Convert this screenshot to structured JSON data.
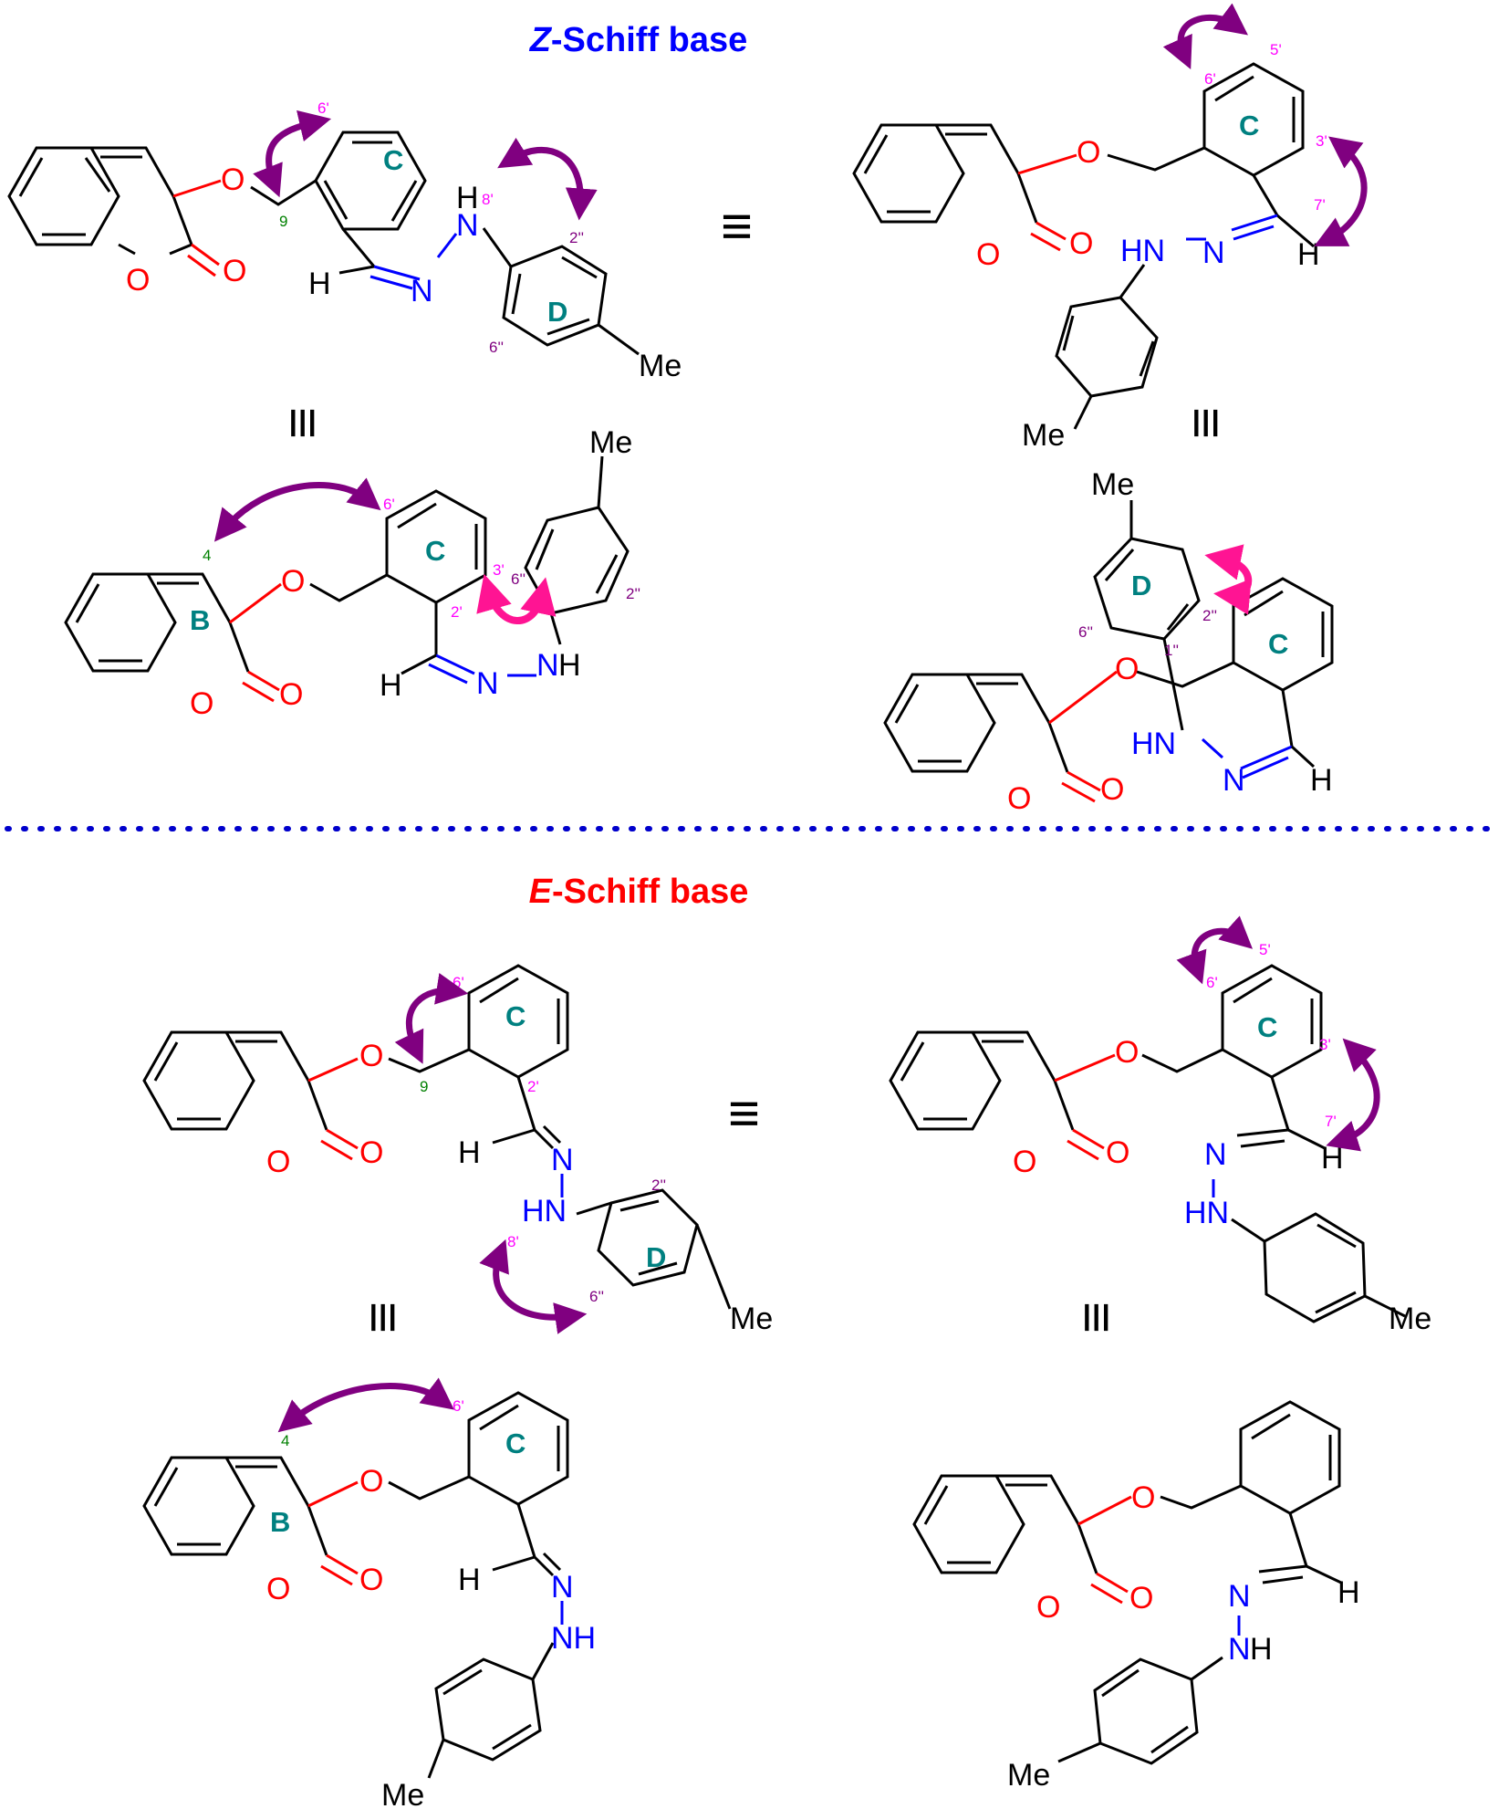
{
  "colors": {
    "bond": "#000000",
    "oxygen": "#ff0000",
    "nitrogen": "#0000ff",
    "ring_label": "#008080",
    "numbering": "#ff00ff",
    "numbering_alt": "#800080",
    "numbering_green": "#008000",
    "arrow": "#800080",
    "arrow_pink": "#ff1493",
    "z_title": "#0000ff",
    "e_title": "#ff0000",
    "divider": "#0000cc"
  },
  "titles": {
    "z": {
      "italic": "Z",
      "rest": "-Schiff base"
    },
    "e": {
      "italic": "E",
      "rest": "-Schiff base"
    }
  },
  "symbols": {
    "equiv": "≡",
    "equiv_rot": "≡"
  },
  "atoms": {
    "O": "O",
    "N": "N",
    "H": "H",
    "HN": "HN",
    "NH": "NH",
    "Me": "Me",
    "dash": "–"
  },
  "ring_labels": {
    "B": "B",
    "C": "C",
    "D": "D"
  },
  "numbering": {
    "n9": "9",
    "n4": "4",
    "n6p": "6'",
    "n5p": "5'",
    "n3p": "3'",
    "n7p": "7'",
    "n8p": "8'",
    "n2p": "2'",
    "n2pp": "2''",
    "n6pp": "6''",
    "n1pp": "1''"
  }
}
